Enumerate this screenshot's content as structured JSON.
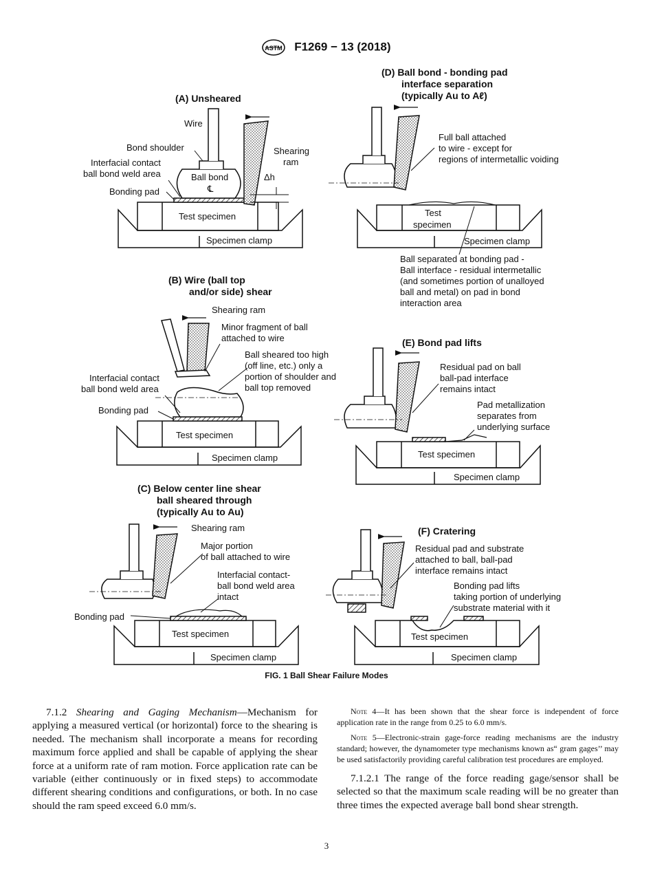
{
  "header": {
    "designation": "F1269 − 13 (2018)",
    "logo_icon": "astm-logo-icon"
  },
  "figure": {
    "caption": "FIG. 1 Ball Shear Failure Modes",
    "panels": {
      "a": {
        "title": "(A) Unsheared",
        "labels": {
          "wire": "Wire",
          "bond_shoulder": "Bond shoulder",
          "interfacial_1": "Interfacial contact",
          "interfacial_2": "ball bond weld area",
          "bonding_pad": "Bonding pad",
          "ball_bond": "Ball bond",
          "centerline": "℄",
          "shearing": "Shearing",
          "ram": "ram",
          "delta_h": "Δh",
          "test_specimen": "Test specimen",
          "specimen_clamp": "Specimen clamp"
        }
      },
      "b": {
        "title_1": "(B) Wire (ball top",
        "title_2": "and/or side) shear",
        "labels": {
          "shearing_ram": "Shearing ram",
          "minor_1": "Minor fragment of ball",
          "minor_2": "attached to wire",
          "high_1": "Ball sheared too high",
          "high_2": "(off line, etc.) only a",
          "high_3": "portion of shoulder and",
          "high_4": "ball top removed",
          "interfacial_1": "Interfacial contact",
          "interfacial_2": "ball bond weld area",
          "bonding_pad": "Bonding pad",
          "test_specimen": "Test specimen",
          "specimen_clamp": "Specimen clamp"
        }
      },
      "c": {
        "title_1": "(C) Below center line shear",
        "title_2": "ball sheared through",
        "title_3": "(typically Au to Au)",
        "labels": {
          "shearing_ram": "Shearing ram",
          "major_1": "Major portion",
          "major_2": "of ball attached to wire",
          "interfacial_1": "Interfacial contact-",
          "interfacial_2": "ball bond weld area",
          "interfacial_3": "intact",
          "bonding_pad": "Bonding pad",
          "test_specimen": "Test specimen",
          "specimen_clamp": "Specimen clamp"
        }
      },
      "d": {
        "title_1": "(D) Ball bond - bonding pad",
        "title_2": "interface separation",
        "title_3": "(typically Au to Aℓ)",
        "labels": {
          "full_1": "Full ball attached",
          "full_2": "to wire - except for",
          "full_3": "regions of intermetallic voiding",
          "test": "Test",
          "specimen": "specimen",
          "specimen_clamp": "Specimen clamp",
          "sep_1": "Ball separated at bonding pad -",
          "sep_2": "Ball interface - residual intermetallic",
          "sep_3": "(and sometimes portion of unalloyed",
          "sep_4": "ball and metal) on pad in bond",
          "sep_5": "interaction area"
        }
      },
      "e": {
        "title": "(E) Bond pad lifts",
        "labels": {
          "res_1": "Residual pad on ball",
          "res_2": "ball-pad interface",
          "res_3": "remains intact",
          "met_1": "Pad metallization",
          "met_2": "separates from",
          "met_3": "underlying surface",
          "test_specimen": "Test specimen",
          "specimen_clamp": "Specimen clamp"
        }
      },
      "f": {
        "title": "(F) Cratering",
        "labels": {
          "res_1": "Residual pad and substrate",
          "res_2": "attached to ball, ball-pad",
          "res_3": "interface remains intact",
          "lift_1": "Bonding pad lifts",
          "lift_2": "taking portion of underlying",
          "lift_3": "substrate material with it",
          "test_specimen": "Test specimen",
          "specimen_clamp": "Specimen clamp"
        }
      }
    }
  },
  "body": {
    "left": {
      "number": "7.1.2",
      "heading": "Shearing and Gaging Mechanism",
      "text": "—Mechanism for applying a measured vertical (or horizontal) force to the shearing is needed. The mechanism shall incorporate a means for recording maximum force applied and shall be capable of applying the shear force at a uniform rate of ram motion. Force application rate can be variable (either continuously or in fixed steps) to accommodate different shearing conditions and configurations, or both. In no case should the ram speed exceed 6.0 mm/s."
    },
    "right": {
      "note4_label": "Note 4",
      "note4_text": "—It has been shown that the shear force is independent of force application rate in the range from 0.25 to 6.0 mm/s.",
      "note5_label": "Note 5",
      "note5_text": "—Electronic-strain gage-force reading mechanisms are the industry standard; however, the dynamometer type mechanisms known as“ gram gages’’ may be used satisfactorily providing careful calibration test procedures are employed.",
      "para_number": "7.1.2.1",
      "para_text": "The range of the force reading gage/sensor shall be selected so that the maximum scale reading will be no greater than three times the expected average ball bond shear strength."
    }
  },
  "page_number": "3"
}
